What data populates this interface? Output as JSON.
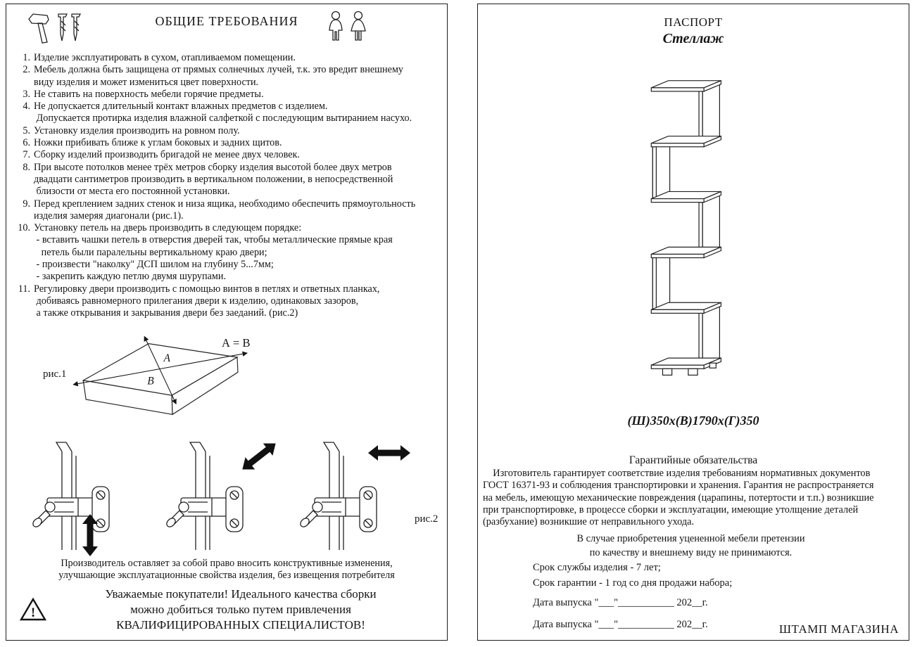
{
  "colors": {
    "ink": "#151515",
    "paper": "#ffffff"
  },
  "icons": {
    "header_left": "hammer-and-drill-bits-icon",
    "header_right": "two-people-icon",
    "warning": "warning-triangle-icon",
    "warning_glyph": "!"
  },
  "left_page": {
    "title": "ОБЩИЕ  ТРЕБОВАНИЯ",
    "items": [
      {
        "num": "1.",
        "text": "Изделие эксплуатировать в сухом, отапливаемом помещении."
      },
      {
        "num": "2.",
        "text": "Мебель должна быть защищена от прямых солнечных лучей, т.к. это вредит внешнему\nвиду изделия и может измениться цвет поверхности."
      },
      {
        "num": "3.",
        "text": "Не ставить на поверхность мебели горячие предметы."
      },
      {
        "num": "4.",
        "text": "Не допускается длительный контакт влажных предметов с изделием.\n Допускается протирка изделия влажной салфеткой с последующим вытиранием насухо."
      },
      {
        "num": "5.",
        "text": "Установку изделия производить на ровном полу."
      },
      {
        "num": "6.",
        "text": "Ножки прибивать ближе к углам боковых и задних щитов."
      },
      {
        "num": "7.",
        "text": "Сборку изделий производить бригадой не менее двух человек."
      },
      {
        "num": "8.",
        "text": "При высоте потолков менее трёх метров сборку изделия высотой более двух метров\nдвадцати сантиметров производить в вертикальном положении, в непосредственной\n близости от места его постоянной установки."
      },
      {
        "num": "9.",
        "text": "Перед креплением задних стенок и низа ящика, необходимо обеспечить прямоугольность\nизделия замеряя диагонали (рис.1)."
      },
      {
        "num": "10.",
        "text": "Установку петель на дверь производить в следующем порядке:\n - вставить чашки петель в отверстия дверей так, чтобы металлические прямые края\n   петель были паралельны вертикальному краю двери;\n - произвести \"наколку\" ДСП шилом на глубину 5...7мм;\n - закрепить каждую петлю двумя шурупами."
      },
      {
        "num": "11.",
        "text": "Регулировку двери производить с помощью винтов в петлях и ответных планках,\n добиваясь равномерного прилегания двери к изделию, одинаковых зазоров,\n а также открывания и закрывания двери без заеданий. (рис.2)"
      }
    ],
    "fig1_label": "рис.1",
    "fig1_formula": "А = В",
    "diag_label_a": "А",
    "diag_label_b": "В",
    "fig2_label": "рис.2",
    "manufacturer_note": "Производитель оставляет за собой право вносить конструктивные изменения,\nулучшающие эксплуатационные свойства изделия, без извещения потребителя",
    "warning_text": "Уважаемые покупатели! Идеального качества сборки\nможно добиться только путем привлечения\nКВАЛИФИЦИРОВАННЫХ СПЕЦИАЛИСТОВ!"
  },
  "right_page": {
    "title": "ПАСПОРТ",
    "product_name": "Стеллаж",
    "dimensions": "(Ш)350х(В)1790х(Г)350",
    "warranty_title": "Гарантийные обязательства",
    "warranty_text": "    Изготовитель гарантирует соответствие изделия требованиям нормативных документов\nГОСТ 16371-93 и соблюдения транспортировки и хранения. Гарантия не распространяется\nна мебель, имеющую механические повреждения (царапины, потертости и т.п.) возникшие\nпри транспортировке, в процессе сборки и эксплуатации, имеющие утолщение деталей\n(разбухание) возникшие от неправильного ухода.",
    "claims_text": "В случае приобретения уцененной мебели претензии\nпо качеству и внешнему виду не принимаются.",
    "service_life": "Срок службы изделия - 7 лет;",
    "warranty_period": "Срок гарантии - 1 год со дня продажи набора;",
    "date_lines": [
      "Дата выпуска \"___\"___________ 202__г.",
      "Дата выпуска \"___\"___________ 202__г."
    ],
    "stamp": "ШТАМП МАГАЗИНА"
  }
}
